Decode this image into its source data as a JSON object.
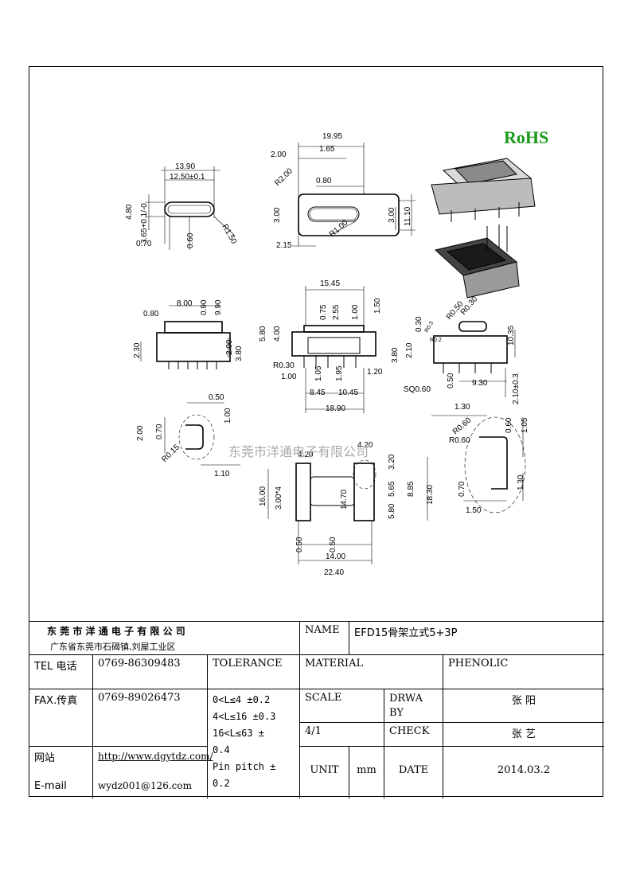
{
  "drawing": {
    "brand_label": "RoHS",
    "watermark": "东莞市洋通电子有限公司",
    "dims": {
      "top_left": [
        "13.90",
        "12.50±0.1",
        "4.80",
        "3.65+0.1/-0",
        "0.70",
        "0.60",
        "R1.50"
      ],
      "top_mid": [
        "19.95",
        "2.00",
        "1.65",
        "R2.00",
        "0.80",
        "3.00",
        "3.00",
        "11.10",
        "R1.00",
        "2.15"
      ],
      "mid_left": [
        "0.80",
        "8.00",
        "0.90",
        "9.90",
        "2.30",
        "2.00",
        "3.80"
      ],
      "mid_mid": [
        "15.45",
        "0.75",
        "2.55",
        "1.00",
        "1.50",
        "5.80",
        "4.00",
        "R0.30",
        "1.00",
        "1.05",
        "1.95",
        "1.20",
        "8.45",
        "10.45",
        "18.90"
      ],
      "mid_right": [
        "R0.50",
        "R0.30",
        "0.30",
        "R0.3",
        "R0.2",
        "10.35",
        "3.80",
        "2.10",
        "SQ0.60",
        "0.50",
        "9.30",
        "2.10±0.3"
      ],
      "bot_left": [
        "0.50",
        "1.00",
        "2.00",
        "0.70",
        "R0.15",
        "1.10"
      ],
      "bot_mid": [
        "4.20",
        "4.20",
        "16.00",
        "3.00*4",
        "14.70",
        "5.65",
        "3.20",
        "8.85",
        "5.80",
        "18.30",
        "0.50",
        "0.50",
        "14.00",
        "22.40"
      ],
      "bot_right": [
        "1.30",
        "R0.60",
        "0.60",
        "1.05",
        "R0.60",
        "0.70",
        "1.30",
        "1.50"
      ]
    }
  },
  "title_block": {
    "company": "东 莞 市 洋 通 电 子 有 限 公 司",
    "address": "广东省东莞市石碣镇,刘屋工业区",
    "name_label": "NAME",
    "name_value": "EFD15骨架立式5+3P",
    "tel_label": "TEL 电话",
    "tel_value": "0769-86309483",
    "tolerance_label": "TOLERANCE",
    "material_label": "MATERIAL",
    "material_value": "PHENOLIC",
    "fax_label": "FAX.传真",
    "fax_value": "0769-89026473",
    "tolerance_lines": [
      "0<L≤4  ±0.2",
      "4<L≤16 ±0.3",
      "16<L≤63 ±",
      "0.4",
      "Pin pitch ±",
      "0.2"
    ],
    "scale_label": "SCALE",
    "drawn_by_label": "DRWA BY",
    "drawn_by_value": "张 阳",
    "scale_value": "4/1",
    "check_label": "CHECK",
    "check_value": "张 艺",
    "web_label": "网站",
    "web_value": "http://www.dgytdz.com/",
    "email_label": "E-mail",
    "email_value": "wydz001@126.com",
    "unit_label": "UNIT",
    "unit_value": "mm",
    "date_label": "DATE",
    "date_value": "2014.03.2"
  }
}
